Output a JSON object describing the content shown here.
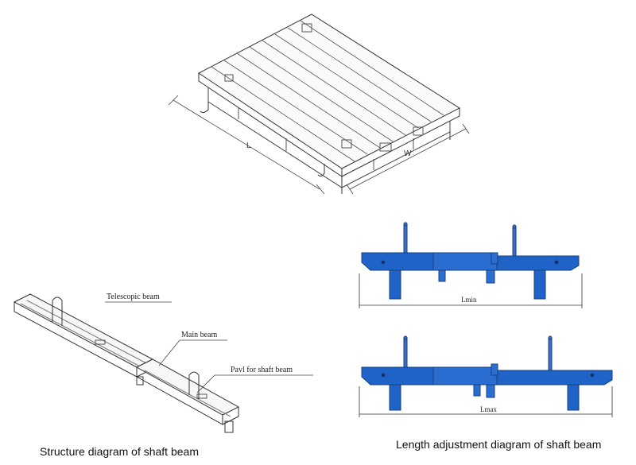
{
  "pallet": {
    "length_label": "L",
    "width_label": "W"
  },
  "shaft_structure": {
    "callouts": {
      "telescopic": "Telescopic beam",
      "main": "Main beam",
      "pawl": "Pavl for shaft beam"
    },
    "caption": "Structure diagram of shaft beam"
  },
  "length_adjustment": {
    "min_label": "Lmin",
    "max_label": "Lmax",
    "caption": "Length adjustment diagram of shaft beam"
  },
  "colors": {
    "beam_blue": "#1f63c8",
    "line": "#333333"
  }
}
